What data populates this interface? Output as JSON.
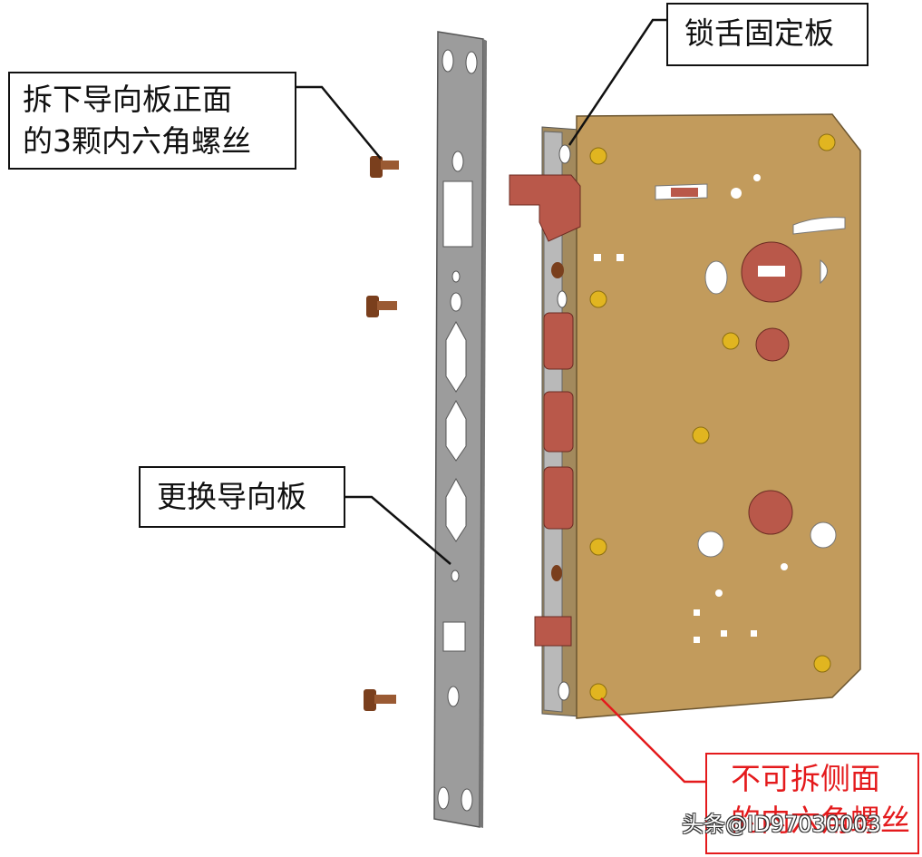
{
  "labels": {
    "latch_plate": "锁舌固定板",
    "remove_screws_line1": "拆下导向板正面",
    "remove_screws_line2": "的3颗内六角螺丝",
    "replace_guide": "更换导向板",
    "not_removable_line1": "不可拆侧面",
    "not_removable_line2": "的内六角螺丝"
  },
  "watermark": "头条@ID97030003",
  "colors": {
    "callout_border": "#111111",
    "warning_red": "#e41a1c",
    "lock_body": "#c19a5b",
    "guide_plate": "#9a9a9a",
    "latch_parts": "#b9584a",
    "screw_brown": "#8a4a24",
    "screw_brass": "#e1b520"
  }
}
